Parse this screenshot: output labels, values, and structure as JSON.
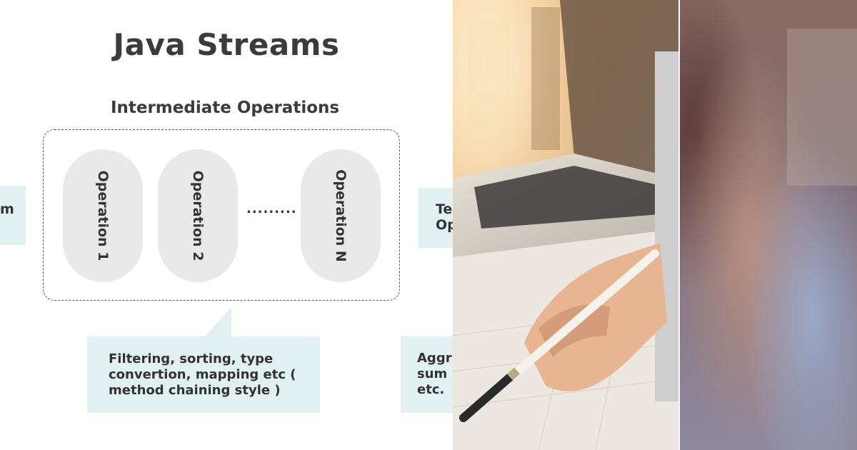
{
  "diagram": {
    "title": "Java Streams",
    "group_title": "Intermediate Operations",
    "operations": [
      "Operation 1",
      "Operation 2",
      "Operation N"
    ],
    "ellipsis": ".........",
    "left_box_text": "m",
    "right_box_text": "Te\nOp",
    "callout_text": "Filtering, sorting, type convertion, mapping etc ( method chaining style )",
    "right_callout_text": "Aggr\nsum\netc."
  },
  "colors": {
    "title_text": "#3b3b3b",
    "pill_fill": "#e9e9e9",
    "box_fill": "#e1f1f2",
    "dashed_border": "#555555"
  },
  "icons": [
    "laptop-photo",
    "blurred-photo"
  ]
}
